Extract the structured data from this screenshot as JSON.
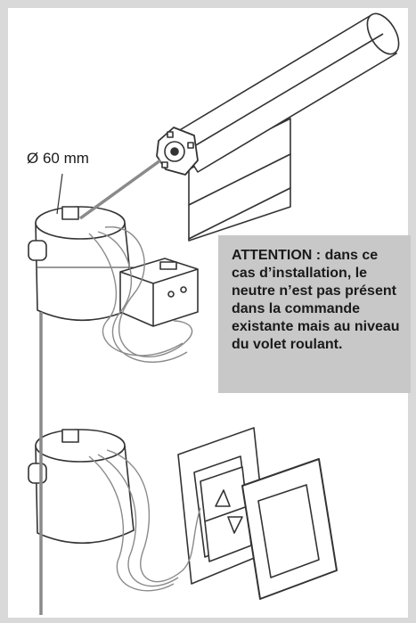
{
  "dimension_label": "Ø 60 mm",
  "warning_text": "ATTENTION : dans ce cas d’installation, le neutre n’est pas présent dans la commande existante mais au niveau du volet roulant.",
  "colors": {
    "background": "#d9d9d9",
    "panel": "#ffffff",
    "warning_box": "#c8c8c8",
    "line": "#333333",
    "wire": "#8a8a8a"
  },
  "icons": [
    "roller-shutter-motor-tube",
    "shutter-slats",
    "flush-mounting-box",
    "receiver-module",
    "up-down-switch",
    "switch-cover-frame"
  ]
}
